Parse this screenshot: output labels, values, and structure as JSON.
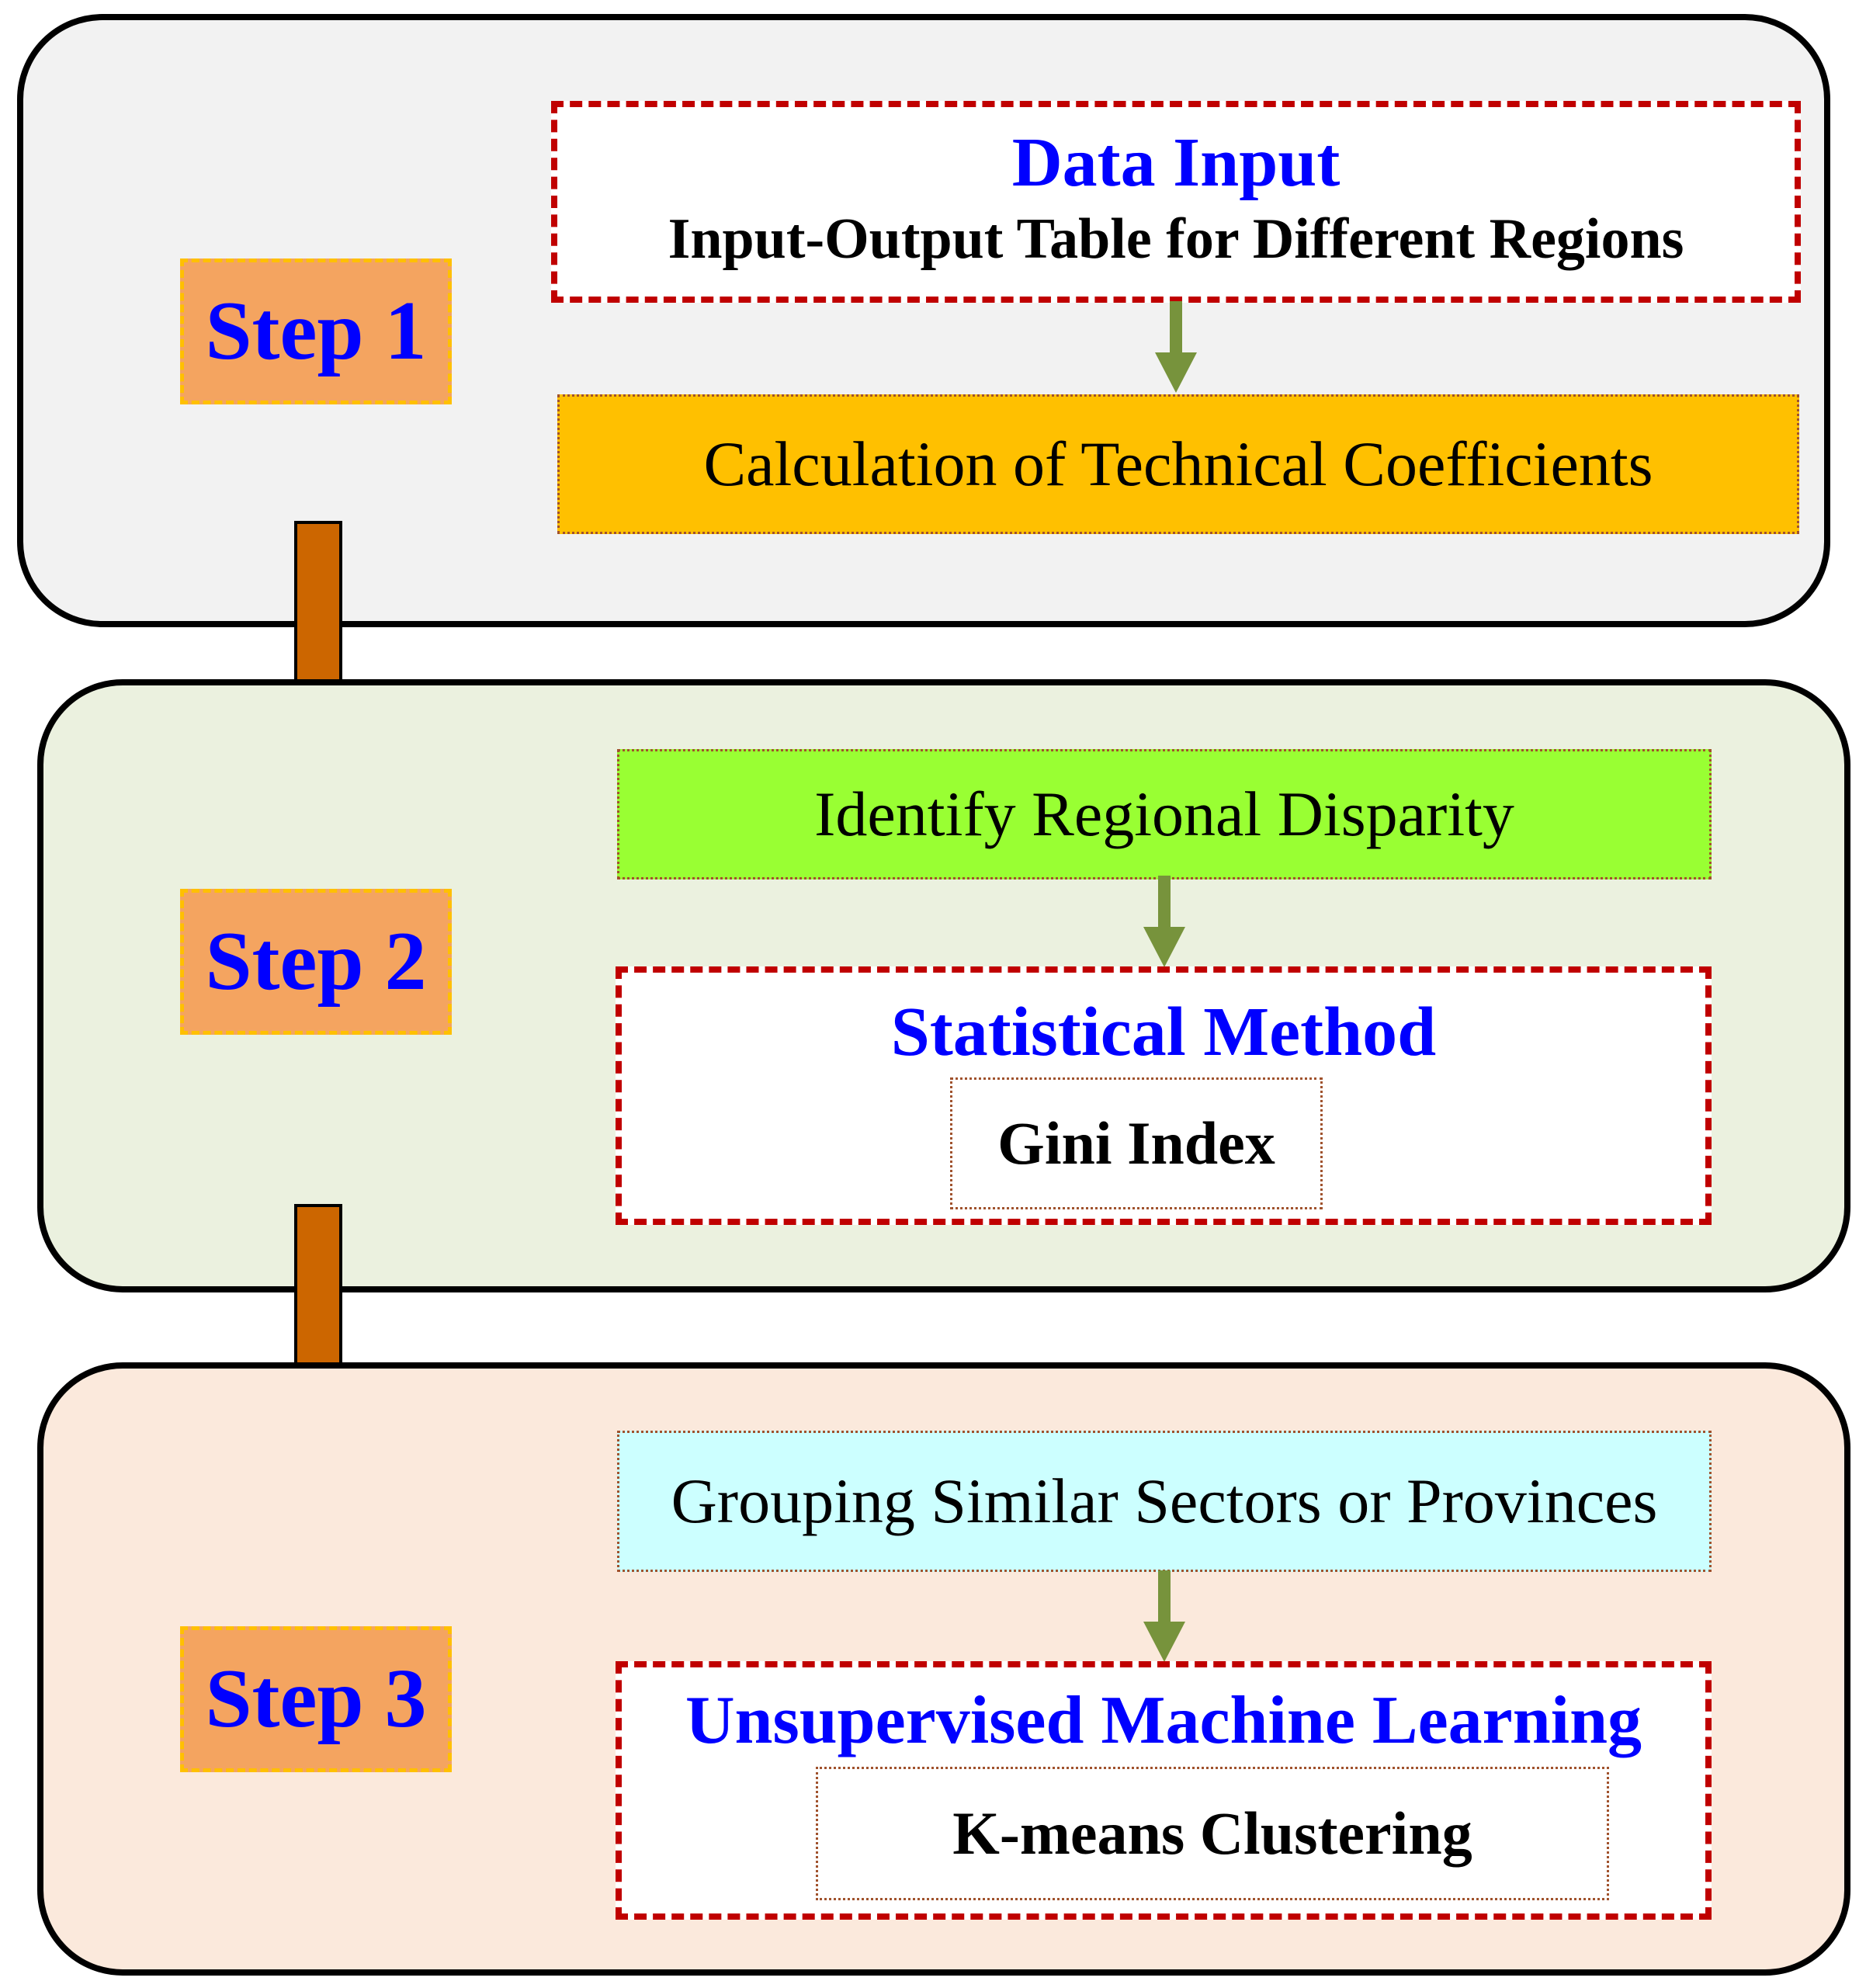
{
  "steps": [
    {
      "label": "Step 1",
      "input_title": "Data Input",
      "input_subtitle": "Input-Output Table for Different Regions",
      "process": "Calculation of Technical Coefficients"
    },
    {
      "label": "Step 2",
      "process": "Identify Regional Disparity",
      "method_title": "Statistical Method",
      "method_detail": "Gini Index"
    },
    {
      "label": "Step 3",
      "process": "Grouping Similar Sectors or Provinces",
      "method_title": "Unsupervised Machine Learning",
      "method_detail": "K-means Clustering"
    }
  ],
  "colors": {
    "panel_1_bg": "#f2f2f2",
    "panel_2_bg": "#ebf1df",
    "panel_3_bg": "#fbe9dc",
    "step_label_bg": "#f4a460",
    "step_label_text": "#0000ff",
    "title_text": "#0000ff",
    "dashed_border": "#c00000",
    "technical_coefficients_bg": "#ffc000",
    "regional_disparity_bg": "#99ff33",
    "grouping_bg": "#ccffff",
    "small_arrow": "#77933c",
    "big_arrow": "#cc6600"
  }
}
